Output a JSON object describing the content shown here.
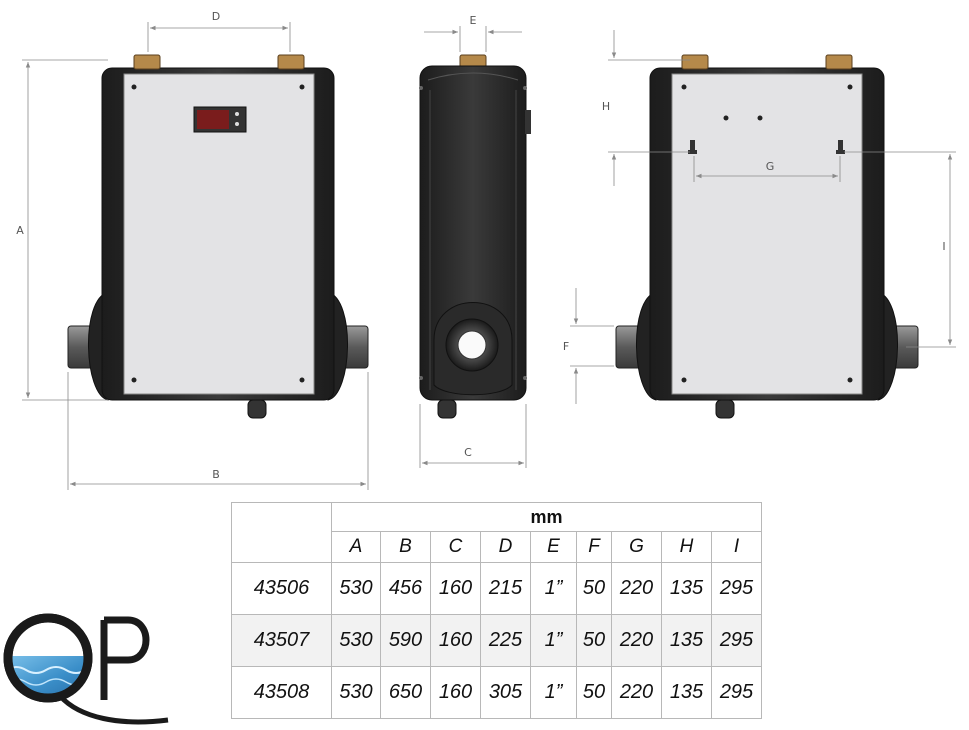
{
  "dimension_labels": {
    "A": "A",
    "B": "B",
    "C": "C",
    "D": "D",
    "E": "E",
    "F": "F",
    "G": "G",
    "H": "H",
    "I": "I"
  },
  "table": {
    "unit": "mm",
    "columns": [
      "A",
      "B",
      "C",
      "D",
      "E",
      "F",
      "G",
      "H",
      "I"
    ],
    "rows": [
      {
        "model": "43506",
        "values": [
          "530",
          "456",
          "160",
          "215",
          "1”",
          "50",
          "220",
          "135",
          "295"
        ]
      },
      {
        "model": "43507",
        "values": [
          "530",
          "590",
          "160",
          "225",
          "1”",
          "50",
          "220",
          "135",
          "295"
        ]
      },
      {
        "model": "43508",
        "values": [
          "530",
          "650",
          "160",
          "305",
          "1”",
          "50",
          "220",
          "135",
          "295"
        ]
      }
    ]
  },
  "logo": {
    "text": "QP"
  },
  "colors": {
    "panel": "#e3e3e5",
    "body": "#2a2a2a",
    "fitting": "#b5894a",
    "display": "#7a1c1c",
    "dimension": "#8a8a8a",
    "water": "#3b8fc9"
  }
}
